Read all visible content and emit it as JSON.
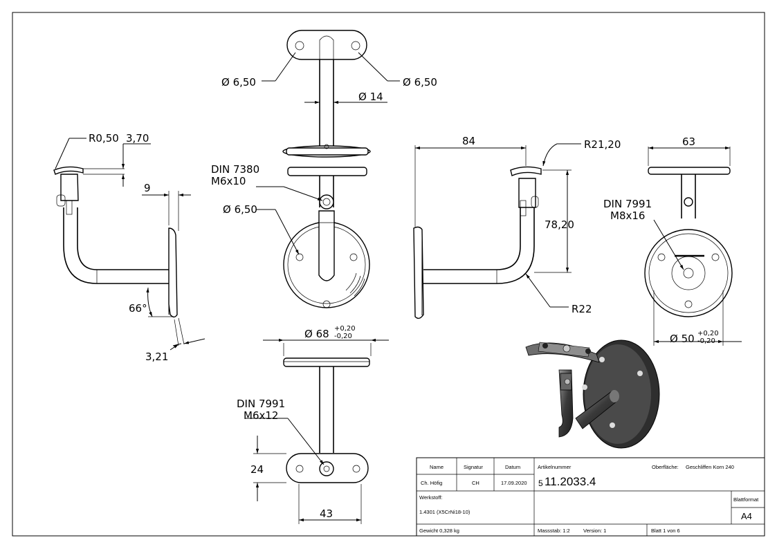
{
  "dimensions": {
    "top_hole_left": "Ø 6,50",
    "top_hole_right": "Ø 6,50",
    "tube_dia": "Ø 14",
    "radius_small": "R0,50",
    "depth_small": "3,70",
    "plate_thickness": "9",
    "screw_front_din": "DIN 7380",
    "screw_front_size": "M6x10",
    "front_hole": "Ø 6,50",
    "angle": "66°",
    "offset": "3,21",
    "base_dia": "Ø 68",
    "base_dia_tol_upper": "+0,20",
    "base_dia_tol_lower": "-0,20",
    "screw_bottom_din": "DIN 7991",
    "screw_bottom_size": "M6x12",
    "saddle_height": "24",
    "saddle_width": "43",
    "projection": "84",
    "radius_saddle": "R21,20",
    "height": "78,20",
    "bend_radius": "R22",
    "saddle_length": "63",
    "screw_right_din": "DIN 7991",
    "screw_right_size": "M8x16",
    "bolt_circle": "Ø 50",
    "bolt_circle_tol_upper": "+0,20",
    "bolt_circle_tol_lower": "-0,20"
  },
  "title_block": {
    "name_label": "Name",
    "signature_label": "Signatur",
    "date_label": "Datum",
    "name_value": "Ch. Höfig",
    "signature_value": "CH",
    "date_value": "17.09.2020",
    "article_label": "Artikelnummer",
    "article_prefix": "5",
    "article_number": "11.2033.4",
    "surface_label": "Oberfläche:",
    "surface_value": "Geschliffen Korn 240",
    "material_label": "Werkstoff:",
    "material_value": "1.4301 (X5CrNi18-10)",
    "format_label": "Blattformat",
    "format_value": "A4",
    "weight": "Gewicht 0,328 kg",
    "scale": "Massstab: 1:2",
    "version": "Version: 1",
    "sheet": "Blatt 1 von 6"
  }
}
